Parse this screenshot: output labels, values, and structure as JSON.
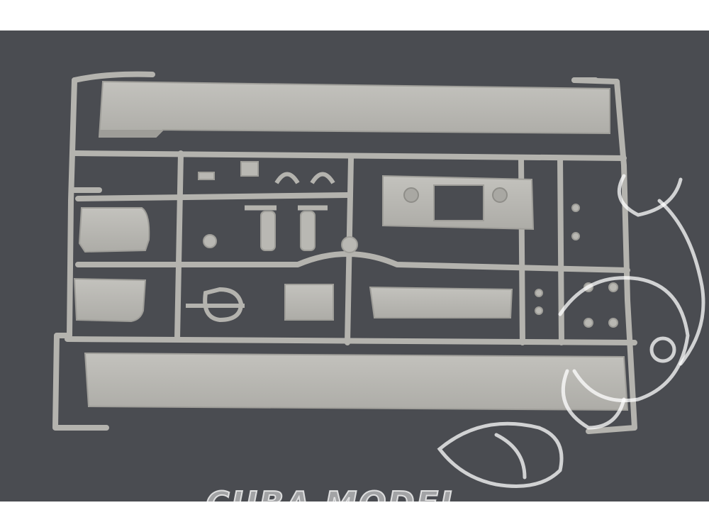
{
  "image": {
    "subject": "plastic-model-kit-sprue",
    "background_color": "#4a4c51",
    "plastic_color": "#b9b8b3"
  },
  "watermark": {
    "text": "CUBA MODEL",
    "logo_icon": "dragon-head-logo"
  }
}
